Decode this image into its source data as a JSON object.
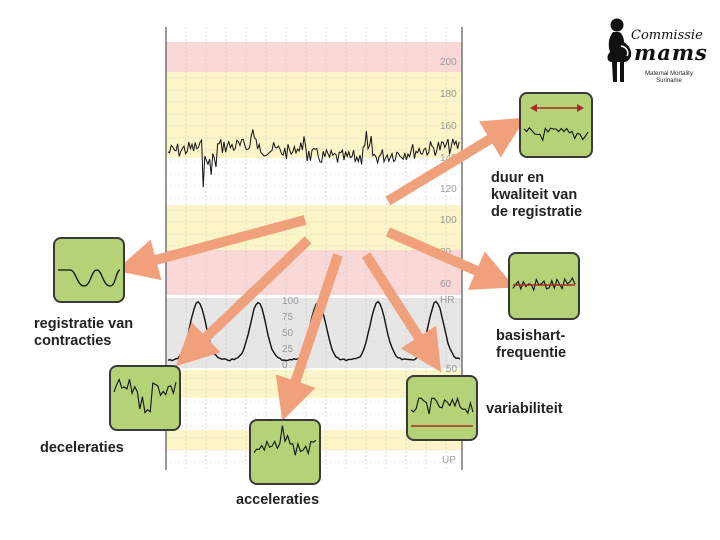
{
  "chart": {
    "fhr_scale": [
      "200",
      "180",
      "160",
      "140",
      "120",
      "100",
      "80",
      "60"
    ],
    "fhr_unit": "HR",
    "uc_scale": [
      "100",
      "75",
      "50",
      "25",
      "0"
    ],
    "uc_unit": "UP",
    "uc_mid": "50"
  },
  "labels": {
    "duration": [
      "duur en",
      "kwaliteit van",
      "de registratie"
    ],
    "contractions": [
      "registratie van",
      "contracties"
    ],
    "baseline": [
      "basishart-",
      "frequentie"
    ],
    "decelerations": "deceleraties",
    "accelerations": "acceleraties",
    "variability": "variabiliteit"
  },
  "logo": {
    "line1": "Commissie",
    "line2": "mams",
    "line3": "Maternal Mortality Suriname"
  },
  "colors": {
    "arrow": "#f0a07a",
    "box_fill": "#b5d277",
    "box_border": "#3a3a3a",
    "pink_band": "#fbd8d8",
    "yellow_band": "#fbf5c8",
    "uc_band": "#e6e6e6",
    "marker_line": "#a52a2a"
  },
  "icons": [
    "arrow-icon",
    "pregnant-woman-icon"
  ]
}
